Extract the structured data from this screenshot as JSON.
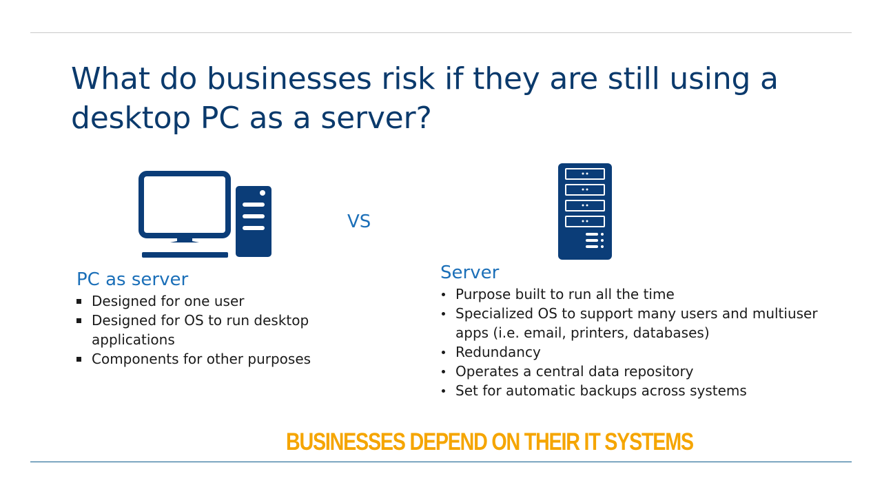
{
  "slide": {
    "title": "What do businesses risk if they are still using a desktop PC as a server?",
    "vs_label": "VS",
    "pc": {
      "heading": "PC as server",
      "items": [
        "Designed for one user",
        "Designed for OS to run desktop applications",
        "Components for other purposes"
      ]
    },
    "server": {
      "heading": "Server",
      "items": [
        "Purpose built to run all the time",
        "Specialized OS to support many users and multiuser apps (i.e. email, printers, databases)",
        "Redundancy",
        "Operates a central data repository",
        "Set for automatic backups across systems"
      ]
    },
    "tagline": "BUSINESSES DEPEND ON THEIR IT SYSTEMS"
  },
  "icons": {
    "pc": "desktop-computer-icon",
    "server": "server-rack-icon"
  },
  "colors": {
    "title": "#0b3a6c",
    "accent_blue": "#1b6fb8",
    "icon_navy": "#0b3d78",
    "tagline": "#f5a500",
    "bottom_rule": "#0a5a8a"
  }
}
